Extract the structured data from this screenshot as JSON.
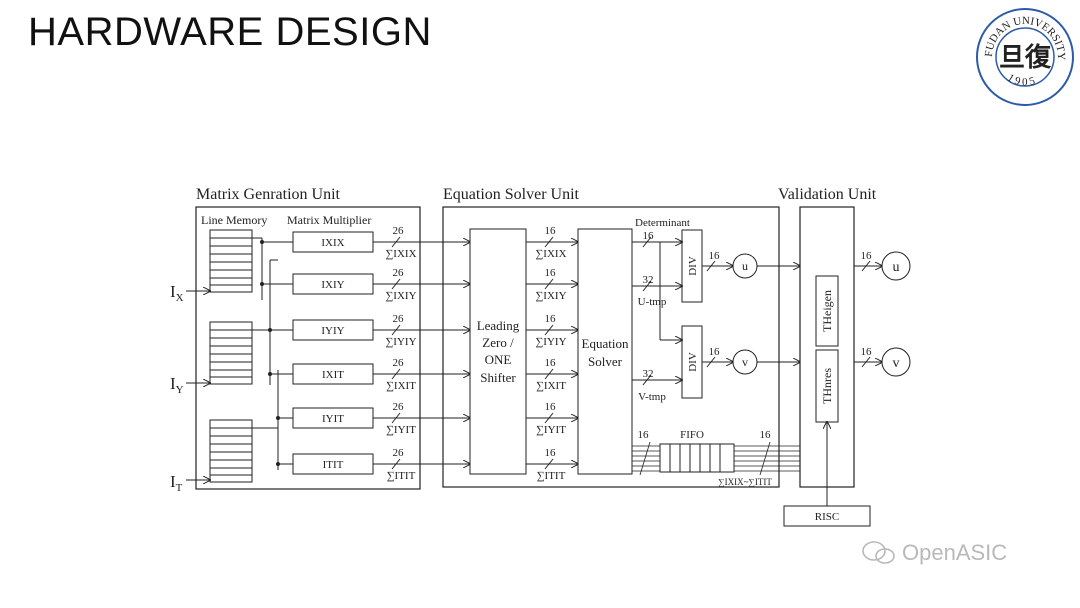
{
  "slide": {
    "title": "HARDWARE DESIGN",
    "watermark": "OpenASIC",
    "logo": {
      "text": "FUDAN UNIVERSITY",
      "year": "1905",
      "glyph": "旦復",
      "color": "#2b5ba8"
    }
  },
  "diagram": {
    "units": {
      "matrix": "Matrix Genration Unit",
      "solver": "Equation Solver Unit",
      "validation": "Validation Unit"
    },
    "sub": {
      "line_memory": "Line Memory",
      "matrix_multiplier": "Matrix Multiplier",
      "determinant": "Determinant"
    },
    "inputs": [
      "I",
      "I",
      "I"
    ],
    "input_subs": [
      "X",
      "Y",
      "T"
    ],
    "products": [
      "IXIX",
      "IXIY",
      "IYIY",
      "IXIT",
      "IYIT",
      "ITIT"
    ],
    "bus_widths": {
      "mult": "26",
      "shift": "16",
      "tmp": "32",
      "out": "16",
      "fifo": "16"
    },
    "sums": [
      "∑IXIX",
      "∑IXIY",
      "∑IYIY",
      "∑IXIT",
      "∑IYIT",
      "∑ITIT"
    ],
    "blocks": {
      "shifter": [
        "Leading",
        "Zero /",
        "ONE",
        "Shifter"
      ],
      "solver": [
        "Equation",
        "Solver"
      ],
      "div": "DIV",
      "fifo": "FIFO",
      "theigen": "THeigen",
      "thnres": "THnres",
      "risc": "RISC"
    },
    "tmp_labels": [
      "U-tmp",
      "V-tmp"
    ],
    "velocities": [
      "u",
      "v"
    ],
    "outputs": [
      "u",
      "v"
    ],
    "fifo_note": "∑IXIX~∑ITIT"
  }
}
